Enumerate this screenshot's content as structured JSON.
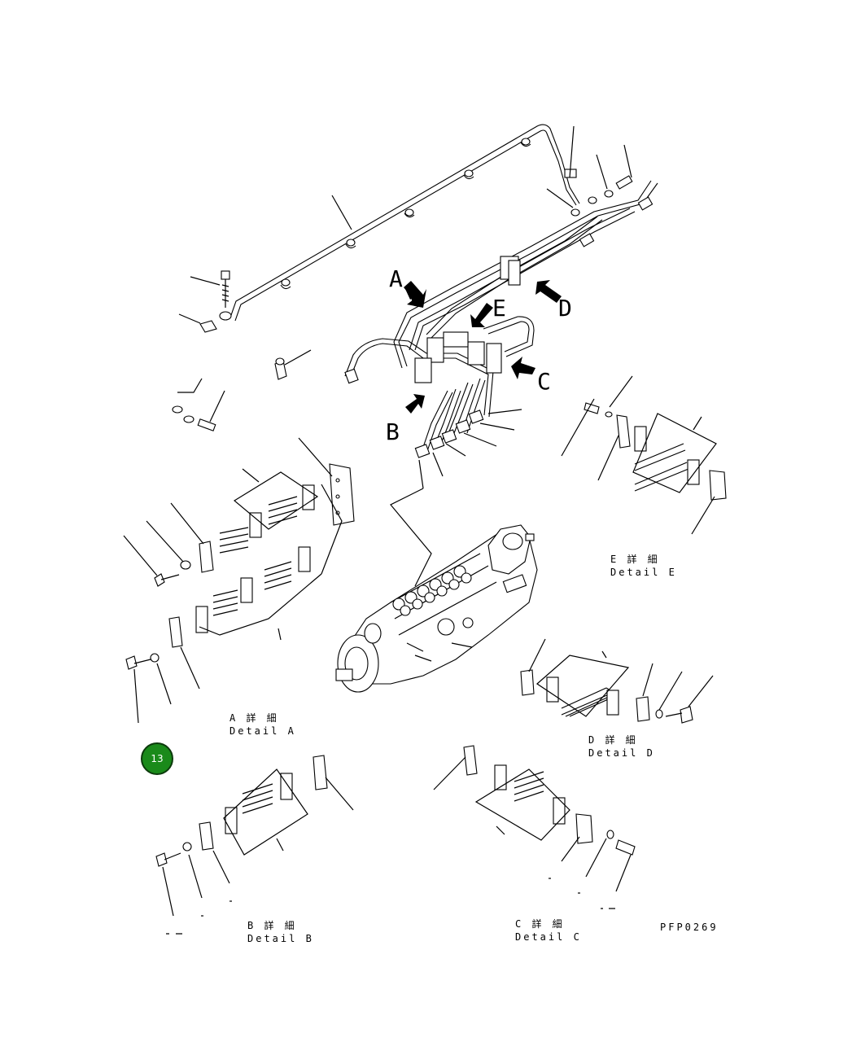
{
  "diagram": {
    "view_letters": {
      "a": "A",
      "b": "B",
      "c": "C",
      "d": "D",
      "e": "E"
    },
    "details": {
      "a": {
        "jp": "A 詳 細",
        "en": "Detail A"
      },
      "b": {
        "jp": "B 詳 細",
        "en": "Detail B"
      },
      "c": {
        "jp": "C 詳 細",
        "en": "Detail C"
      },
      "d": {
        "jp": "D 詳 細",
        "en": "Detail D"
      },
      "e": {
        "jp": "E 詳 細",
        "en": "Detail E"
      }
    },
    "drawing_code": "PFP0269",
    "callout_badge": "13"
  },
  "colors": {
    "line": "#000000",
    "background": "#ffffff",
    "badge_fill": "#1a8a1a"
  }
}
